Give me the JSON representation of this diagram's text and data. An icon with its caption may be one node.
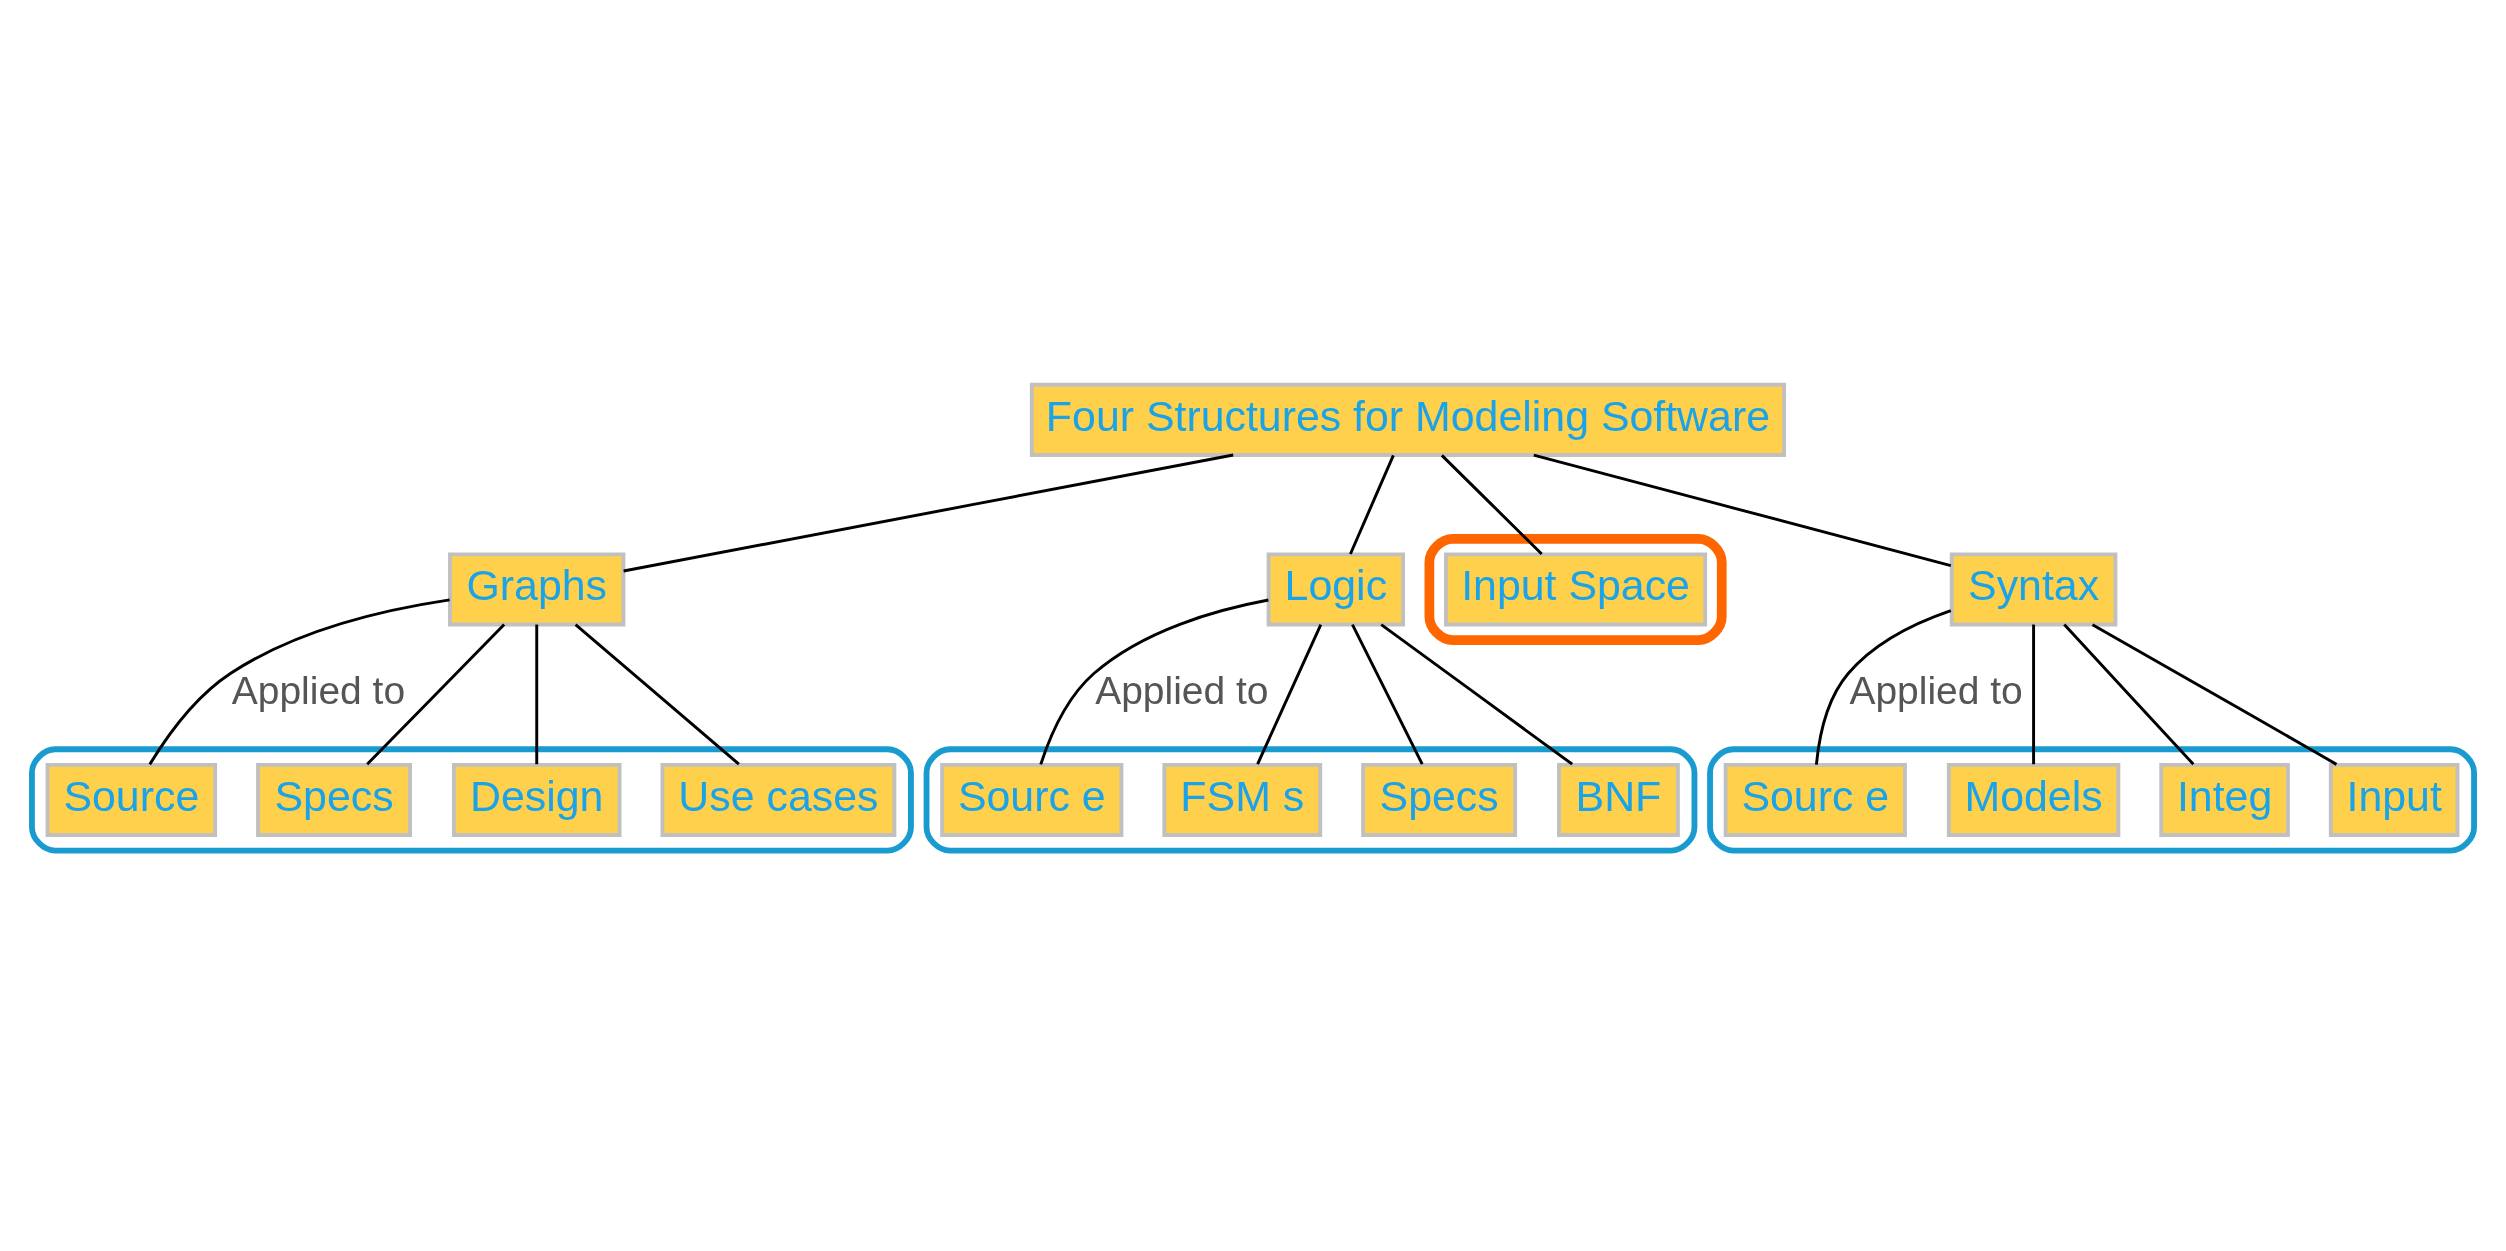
{
  "diagram": {
    "nodes": [
      {
        "text": [
          "Four Structures for Modeling Software"
        ]
      },
      {
        "text": [
          "Graphs"
        ]
      },
      {
        "text": [
          "Logic"
        ]
      },
      {
        "text": [],
        "shape": "ellipse"
      },
      {
        "text": [
          "Input Space"
        ],
        "in": 3
      },
      {
        "text": [
          "Syntax"
        ]
      },
      {
        "text": [],
        "shape": "box"
      },
      {
        "text": [
          "Source"
        ],
        "in": 6
      },
      {
        "text": [
          "Specs"
        ],
        "in": 6
      },
      {
        "text": [
          "Design"
        ],
        "in": 6
      },
      {
        "text": [
          "Use cases"
        ],
        "in": 6
      },
      {
        "text": [],
        "shape": "box"
      },
      {
        "text": [
          "Sourc e"
        ],
        "in": 11
      },
      {
        "text": [
          "FSM s"
        ],
        "in": 11
      },
      {
        "text": [
          "Specs"
        ],
        "in": 11
      },
      {
        "text": [
          "BNF"
        ],
        "in": 11
      },
      {
        "text": [],
        "shape": "box"
      },
      {
        "text": [
          "Sourc e"
        ],
        "in": 16
      },
      {
        "text": [
          "Models"
        ],
        "in": 16
      },
      {
        "text": [
          "Integ"
        ],
        "in": 16
      },
      {
        "text": [
          "Input"
        ],
        "in": 16
      }
    ],
    "edges": [
      {
        "from": 0,
        "to": 1,
        "arrow": "none"
      },
      {
        "from": 0,
        "to": 2,
        "arrow": "none"
      },
      {
        "from": 0,
        "to": 4,
        "arrow": "none"
      },
      {
        "from": 0,
        "to": 5,
        "arrow": "none"
      },
      {
        "from": 1,
        "to": 7,
        "arrow": "none",
        "label": "Applied to"
      },
      {
        "from": 1,
        "to": 8,
        "arrow": "none"
      },
      {
        "from": 1,
        "to": 9,
        "arrow": "none"
      },
      {
        "from": 1,
        "to": 10,
        "arrow": "none"
      },
      {
        "from": 2,
        "to": 12,
        "arrow": "none",
        "label": "Applied to"
      },
      {
        "from": 2,
        "to": 13,
        "arrow": "none"
      },
      {
        "from": 2,
        "to": 14,
        "arrow": "none"
      },
      {
        "from": 2,
        "to": 15,
        "arrow": "none"
      },
      {
        "from": 5,
        "to": 17,
        "arrow": "none",
        "label": "Applied to"
      },
      {
        "from": 5,
        "to": 18,
        "arrow": "none"
      },
      {
        "from": 5,
        "to": 19,
        "arrow": "none"
      },
      {
        "from": 5,
        "to": 20,
        "arrow": "none"
      }
    ]
  }
}
